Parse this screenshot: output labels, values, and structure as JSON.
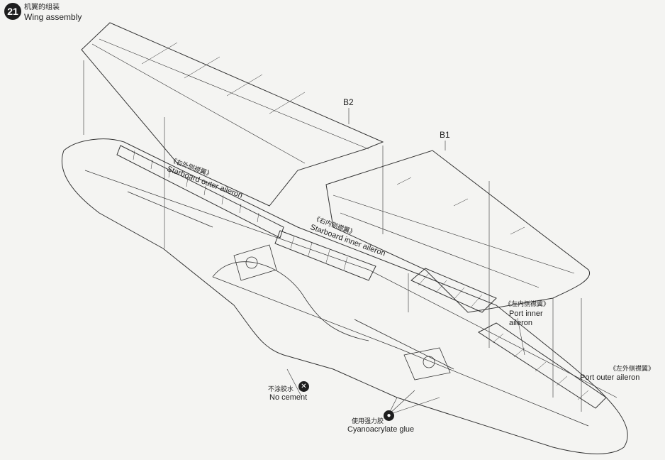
{
  "step": {
    "number": "21",
    "title_cn": "机翼的组装",
    "title_en": "Wing assembly"
  },
  "parts": {
    "upper_starboard": "B2",
    "upper_port": "B1"
  },
  "callouts": {
    "starboard_outer_cn": "《右外侧襟翼》",
    "starboard_outer_en": "Starboard outer aileron",
    "starboard_inner_cn": "《右内侧襟翼》",
    "starboard_inner_en": "Starboard inner aileron",
    "port_inner_cn": "《左内侧襟翼》",
    "port_inner_en_1": "Port inner",
    "port_inner_en_2": "aileron",
    "port_outer_cn": "《左外侧襟翼》",
    "port_outer_en": "Port outer aileron"
  },
  "glue_notes": {
    "no_cement_cn": "不涂胶水",
    "no_cement_en": "No cement",
    "cyano_cn": "使用强力胶",
    "cyano_en": "Cyanoacrylate glue"
  },
  "icons": {
    "no_cement": "no-glue-icon",
    "cyano": "glue-drop-icon"
  },
  "colors": {
    "line": "#333333",
    "paper": "#f4f4f2",
    "badge": "#1e1e1e"
  }
}
